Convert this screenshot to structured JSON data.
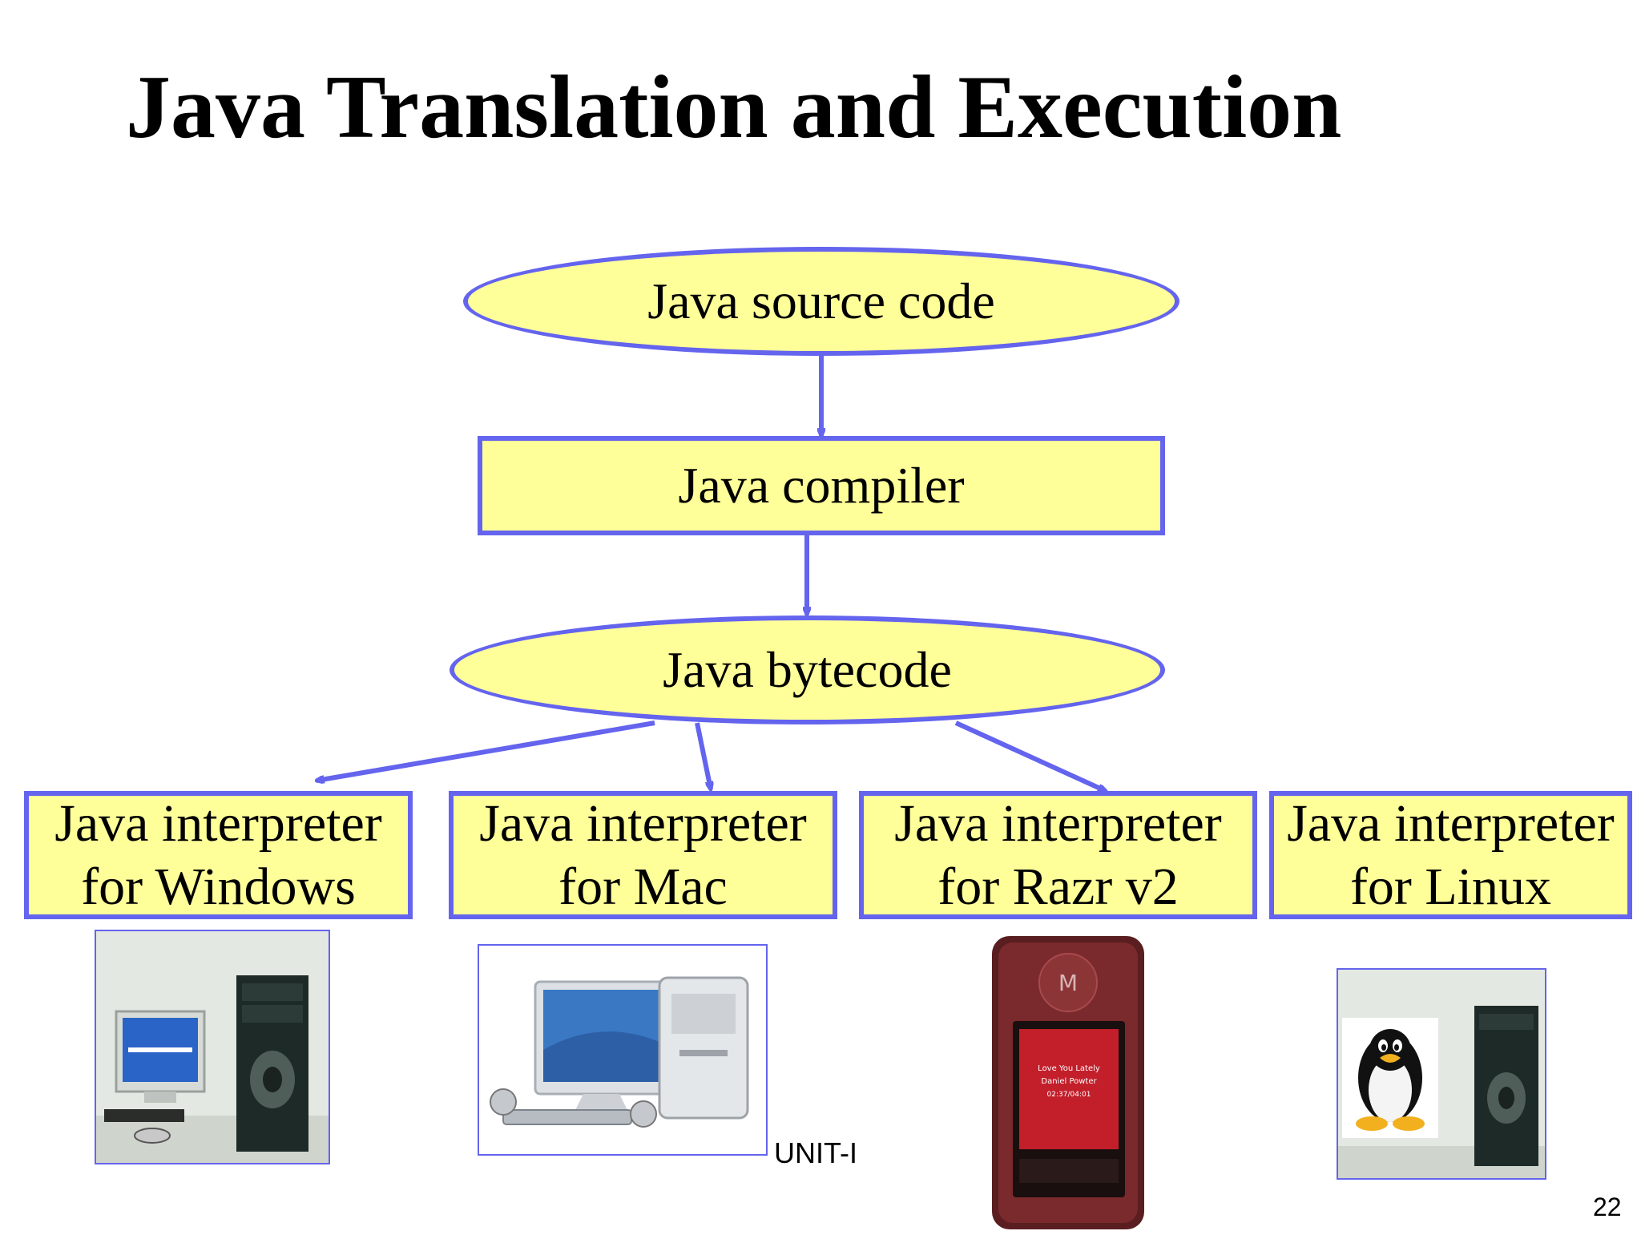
{
  "slide": {
    "title": "Java Translation and Execution",
    "footer": "UNIT-I",
    "page_number": "22"
  },
  "diagram": {
    "nodes": {
      "source": {
        "label": "Java source code",
        "shape": "ellipse"
      },
      "compiler": {
        "label": "Java compiler",
        "shape": "rectangle"
      },
      "bytecode": {
        "label": "Java bytecode",
        "shape": "ellipse"
      }
    },
    "interpreters": [
      {
        "line1": "Java interpreter",
        "line2": "for Windows"
      },
      {
        "line1": "Java interpreter",
        "line2": "for Mac"
      },
      {
        "line1": "Java interpreter",
        "line2": "for Razr v2"
      },
      {
        "line1": "Java interpreter",
        "line2": "for Linux"
      }
    ],
    "edges": [
      {
        "from": "source",
        "to": "compiler"
      },
      {
        "from": "compiler",
        "to": "bytecode"
      },
      {
        "from": "bytecode",
        "to": "interpreter-windows"
      },
      {
        "from": "bytecode",
        "to": "interpreter-mac"
      },
      {
        "from": "bytecode",
        "to": "interpreter-razr"
      }
    ],
    "colors": {
      "node_fill": "#ffff99",
      "node_border": "#6464ee",
      "arrow": "#6464ee"
    }
  },
  "images": [
    {
      "name": "windows-pc-photo",
      "icon": "desktop-computer-icon"
    },
    {
      "name": "mac-computer-photo",
      "icon": "power-mac-icon"
    },
    {
      "name": "razr-phone-photo",
      "icon": "flip-phone-icon",
      "screen_text": [
        "Love You Lately",
        "Daniel Powter",
        "02:37/04:01"
      ]
    },
    {
      "name": "linux-pc-photo",
      "icon": "tux-penguin-icon"
    }
  ]
}
